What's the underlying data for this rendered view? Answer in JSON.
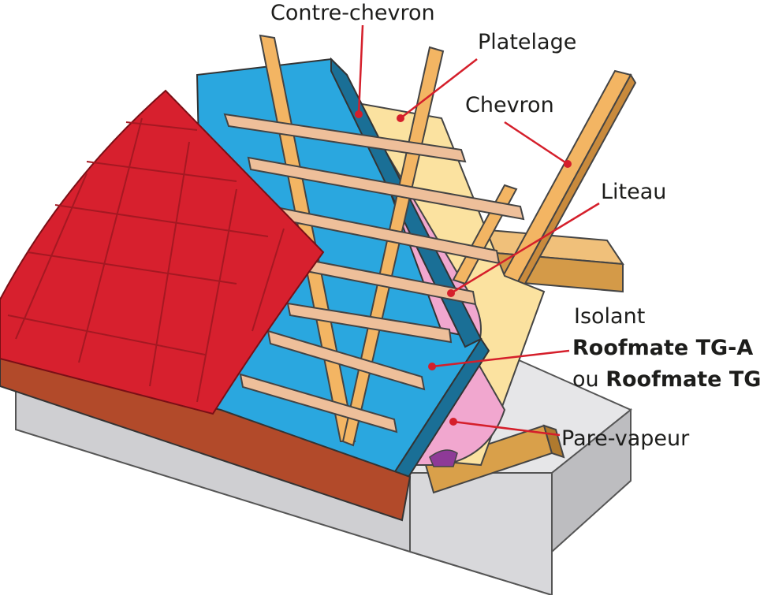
{
  "labels": {
    "contre_chevron": "Contre-chevron",
    "platelage": "Platelage",
    "chevron": "Chevron",
    "liteau": "Liteau",
    "isolant_line1": "Isolant",
    "isolant_line2": "Roofmate TG-A",
    "isolant_line3_prefix": "ou ",
    "isolant_line3_bold": "Roofmate TG",
    "pare_vapeur": "Pare-vapeur"
  },
  "colors": {
    "tiles": "#d7202e",
    "tile_grout": "#a51822",
    "insulation": "#2aa7df",
    "insulation_edge": "#1a6f96",
    "wood": "#f3b563",
    "wood_dark": "#c98a3c",
    "deck": "#fbe2a0",
    "vapour_barrier": "#f1a7cf",
    "vapour_purple": "#8e3a97",
    "concrete": "#e3e3e5",
    "concrete_dark": "#bdbdc0",
    "fascia": "#b24a2a",
    "leader": "#d51f2b"
  }
}
